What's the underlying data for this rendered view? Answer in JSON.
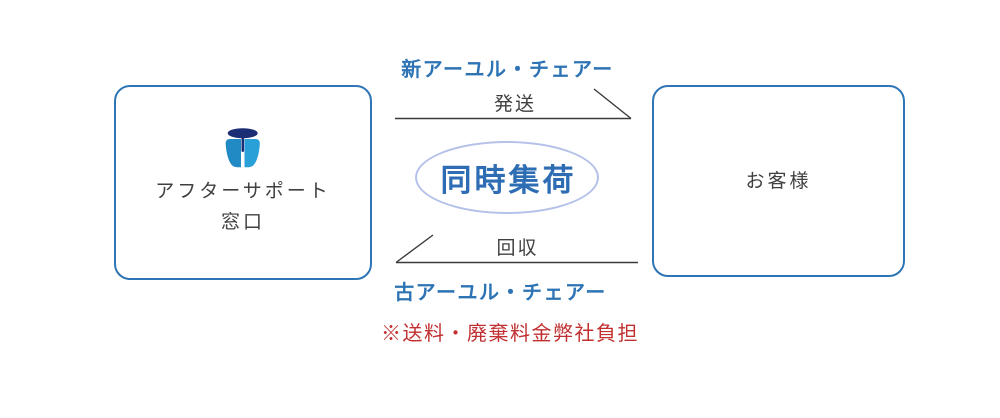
{
  "colors": {
    "background": "#ffffff",
    "box_border": "#2e75b6",
    "accent_text": "#2e74b5",
    "badge_border": "#b4c1e8",
    "badge_text": "#2e6db4",
    "line": "#3a3a3a",
    "body_text": "#404040",
    "note_text": "#c13030",
    "logo_navy": "#1b2d75",
    "logo_blue_left": "#2189c4",
    "logo_blue_right": "#2aa0d8"
  },
  "diagram": {
    "left_box": {
      "icon": "ayur-chair-logo",
      "label_line1": "アフターサポート",
      "label_line2": "窓口"
    },
    "right_box": {
      "label": "お客様"
    },
    "top_flow": {
      "product_label": "新アーユル・チェアー",
      "action_label": "発送",
      "direction": "left-to-right"
    },
    "bottom_flow": {
      "product_label": "古アーユル・チェアー",
      "action_label": "回収",
      "direction": "right-to-left"
    },
    "center_badge": {
      "label": "同時集荷"
    },
    "note": {
      "text": "※送料・廃棄料金弊社負担"
    }
  }
}
